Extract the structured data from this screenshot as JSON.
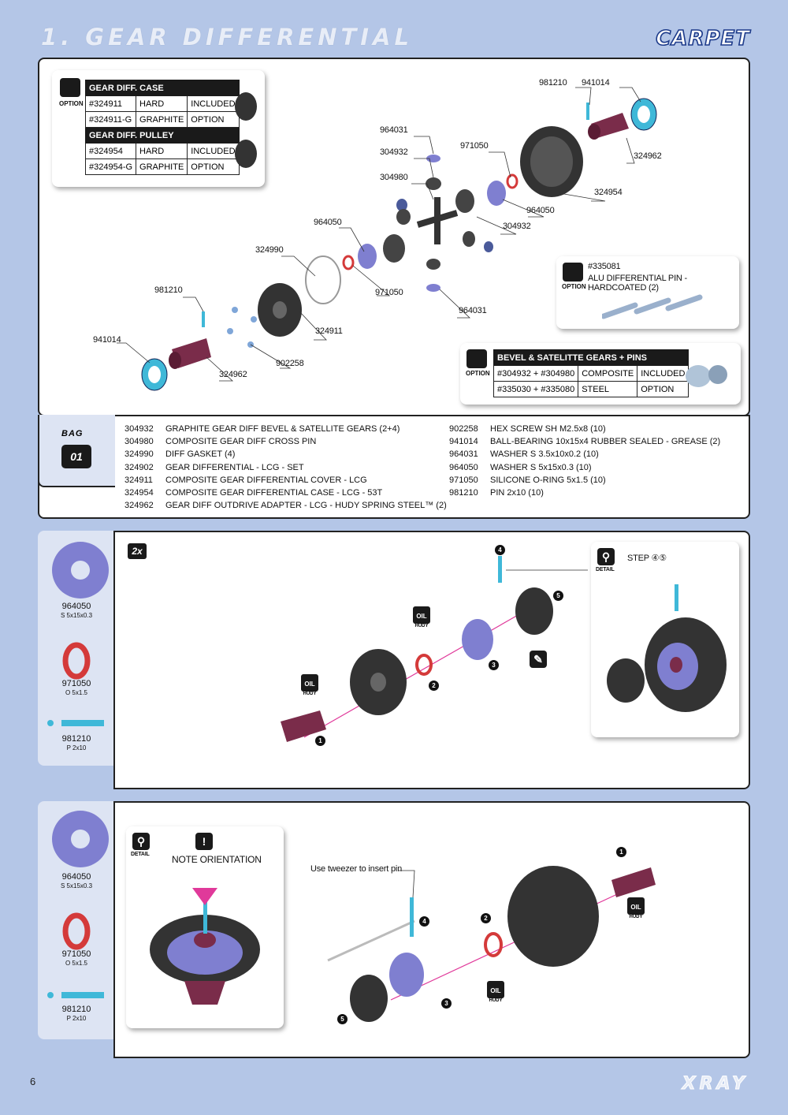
{
  "header": {
    "title": "1. GEAR DIFFERENTIAL",
    "brand": "CARPET"
  },
  "exploded_view": {
    "callouts": [
      {
        "id": "c1",
        "text": "981210"
      },
      {
        "id": "c2",
        "text": "941014"
      },
      {
        "id": "c3",
        "text": "964031"
      },
      {
        "id": "c4",
        "text": "304932"
      },
      {
        "id": "c5",
        "text": "971050"
      },
      {
        "id": "c6",
        "text": "324962"
      },
      {
        "id": "c7",
        "text": "304980"
      },
      {
        "id": "c8",
        "text": "324954"
      },
      {
        "id": "c9",
        "text": "964050"
      },
      {
        "id": "c10",
        "text": "304932"
      },
      {
        "id": "c11",
        "text": "964050"
      },
      {
        "id": "c12",
        "text": "324990"
      },
      {
        "id": "c13",
        "text": "981210"
      },
      {
        "id": "c14",
        "text": "971050"
      },
      {
        "id": "c15",
        "text": "964031"
      },
      {
        "id": "c16",
        "text": "324911"
      },
      {
        "id": "c17",
        "text": "941014"
      },
      {
        "id": "c18",
        "text": "902258"
      },
      {
        "id": "c19",
        "text": "324962"
      }
    ]
  },
  "option_case": {
    "label": "OPTION",
    "rows": [
      [
        "GEAR DIFF. CASE",
        "",
        ""
      ],
      [
        "#324911",
        "HARD",
        "INCLUDED"
      ],
      [
        "#324911-G",
        "GRAPHITE",
        "OPTION"
      ],
      [
        "GEAR DIFF. PULLEY",
        "",
        ""
      ],
      [
        "#324954",
        "HARD",
        "INCLUDED"
      ],
      [
        "#324954-G",
        "GRAPHITE",
        "OPTION"
      ]
    ]
  },
  "option_pin": {
    "label": "OPTION",
    "code": "#335081",
    "desc": "ALU DIFFERENTIAL PIN - HARDCOATED (2)"
  },
  "option_gears": {
    "label": "OPTION",
    "rows": [
      [
        "BEVEL & SATELITTE GEARS + PINS",
        "",
        ""
      ],
      [
        "#304932 + #304980",
        "COMPOSITE",
        "INCLUDED"
      ],
      [
        "#335030 + #335080",
        "STEEL",
        "OPTION"
      ]
    ]
  },
  "bag": {
    "label": "BAG",
    "number": "01"
  },
  "parts_left": [
    {
      "num": "304932",
      "desc": "GRAPHITE GEAR DIFF BEVEL & SATELLITE GEARS (2+4)"
    },
    {
      "num": "304980",
      "desc": "COMPOSITE GEAR DIFF CROSS PIN"
    },
    {
      "num": "324990",
      "desc": "DIFF GASKET (4)"
    },
    {
      "num": "324902",
      "desc": "GEAR DIFFERENTIAL - LCG - SET"
    },
    {
      "num": "324911",
      "desc": "COMPOSITE GEAR DIFFERENTIAL COVER - LCG"
    },
    {
      "num": "324954",
      "desc": "COMPOSITE GEAR DIFFERENTIAL CASE - LCG - 53T"
    },
    {
      "num": "324962",
      "desc": "GEAR DIFF OUTDRIVE ADAPTER - LCG - HUDY SPRING STEEL™ (2)"
    }
  ],
  "parts_right": [
    {
      "num": "902258",
      "desc": "HEX SCREW SH M2.5x8  (10)"
    },
    {
      "num": "941014",
      "desc": "BALL-BEARING 10x15x4 RUBBER SEALED - GREASE (2)"
    },
    {
      "num": "964031",
      "desc": "WASHER S 3.5x10x0.2  (10)"
    },
    {
      "num": "964050",
      "desc": "WASHER S 5x15x0.3  (10)"
    },
    {
      "num": "971050",
      "desc": "SILICONE O-RING 5x1.5  (10)"
    },
    {
      "num": "981210",
      "desc": "PIN 2x10  (10)"
    }
  ],
  "step1": {
    "multiplier": "2x",
    "side_parts": [
      {
        "code": "964050",
        "spec": "S 5x15x0.3"
      },
      {
        "code": "971050",
        "spec": "O 5x1.5"
      },
      {
        "code": "981210",
        "spec": "P 2x10"
      }
    ],
    "detail_title": "STEP ④⑤",
    "detail_label": "DETAIL",
    "oil_label": "OIL",
    "hudy_label": "HUDY",
    "numbers": [
      "1",
      "2",
      "3",
      "4",
      "5"
    ]
  },
  "step2": {
    "side_parts": [
      {
        "code": "964050",
        "spec": "S 5x15x0.3"
      },
      {
        "code": "971050",
        "spec": "O 5x1.5"
      },
      {
        "code": "981210",
        "spec": "P 2x10"
      }
    ],
    "note": "NOTE ORIENTATION",
    "detail_label": "DETAIL",
    "tweezer_note": "Use tweezer to insert pin",
    "oil_label": "OIL",
    "hudy_label": "HUDY"
  },
  "footer": {
    "page": "6",
    "brand": "XRAY"
  },
  "colors": {
    "background": "#b4c6e7",
    "washer": "#7f7fd0",
    "oring": "#d43a3a",
    "pin": "#3fb8d8",
    "part_gray": "#3a3a3a"
  }
}
